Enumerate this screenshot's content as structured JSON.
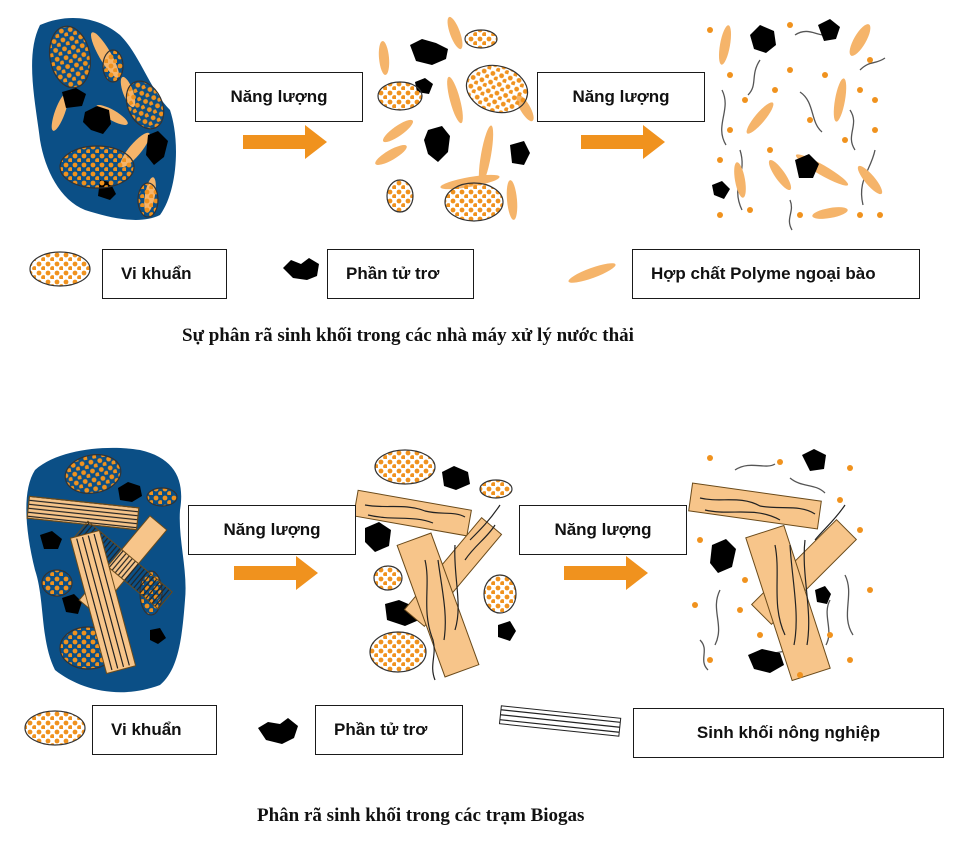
{
  "top": {
    "energy_label_1": "Năng lượng",
    "energy_label_2": "Năng lượng",
    "legend": {
      "bacteria": "Vi khuẩn",
      "inert": "Phần tử trơ",
      "polymer": "Hợp chất Polyme ngoại bào"
    },
    "caption": "Sự phân rã sinh khối trong các nhà máy xử lý nước thải"
  },
  "bottom": {
    "energy_label_1": "Năng lượng",
    "energy_label_2": "Năng lượng",
    "legend": {
      "bacteria": "Vi khuẩn",
      "inert": "Phần tử trơ",
      "biomass": "Sinh khối nông nghiệp"
    },
    "caption": "Phân rã sinh khối trong các trạm Biogas"
  },
  "colors": {
    "floc_blue": "#0b4f86",
    "bacteria_fill": "#fdf6ee",
    "bacteria_dot": "#f0921e",
    "polymer": "#f5b46a",
    "arrow": "#f0921e",
    "inert": "#000000",
    "wood": "#f7c58a"
  }
}
